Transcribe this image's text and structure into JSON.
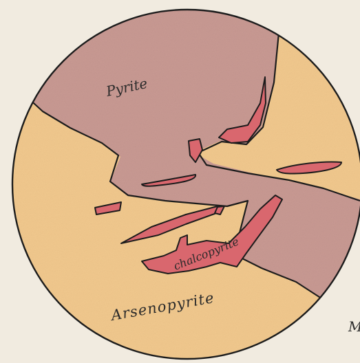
{
  "labels": {
    "pyrite": "Pyrite",
    "arsenopyrite": "Arsenopyrite",
    "chalcopyrite": "chalcopyrite",
    "corner_mark": "M"
  },
  "colors": {
    "paper": "#f1ebe0",
    "pyrite": "#c99a93",
    "arsenopyrite": "#f2c98e",
    "chalcopyrite": "#d9676e",
    "outline": "#1c1c1c"
  }
}
